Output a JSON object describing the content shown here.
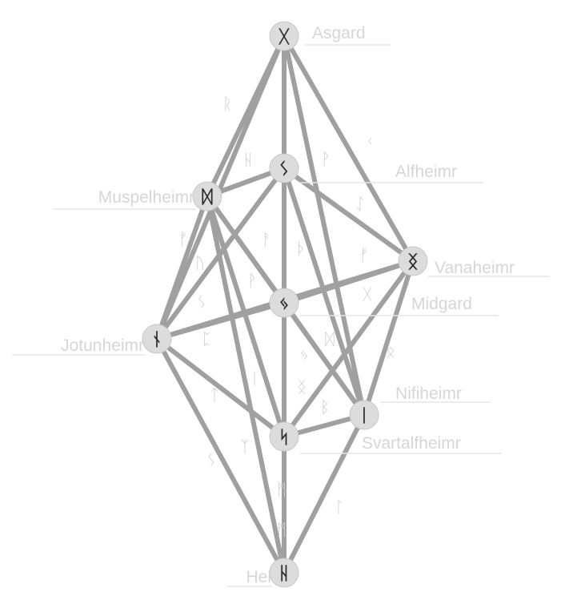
{
  "colors": {
    "edge": "#a0a0a0",
    "node_fill": "#dcdcdc",
    "rune": "#2b2b2b",
    "label": "#d6d6d6",
    "float_rune": "#cfcfcf"
  },
  "nodes": [
    {
      "id": "asgard",
      "label": "Asgard",
      "rune": "ᚷ"
    },
    {
      "id": "alfheimr",
      "label": "Alfheimr",
      "rune": "ᛊ"
    },
    {
      "id": "muspelheimr",
      "label": "Muspelheimr",
      "rune": "ᛞ"
    },
    {
      "id": "vanaheimr",
      "label": "Vanaheimr",
      "rune": "ᛝ"
    },
    {
      "id": "midgard",
      "label": "Midgard",
      "rune": "ᛃ"
    },
    {
      "id": "jotunheimr",
      "label": "Jotunheimr",
      "rune": "ᚾ"
    },
    {
      "id": "nifiheimr",
      "label": "Nifiheimr",
      "rune": "ᛁ"
    },
    {
      "id": "svartalfheimr",
      "label": "Svartalfheimr",
      "rune": "ᛋ"
    },
    {
      "id": "hel",
      "label": "Hel",
      "rune": "ᚺ"
    }
  ],
  "edges": [
    [
      "asgard",
      "muspelheimr"
    ],
    [
      "asgard",
      "alfheimr"
    ],
    [
      "asgard",
      "vanaheimr"
    ],
    [
      "asgard",
      "midgard"
    ],
    [
      "asgard",
      "jotunheimr"
    ],
    [
      "asgard",
      "svartalfheimr"
    ],
    [
      "asgard",
      "nifiheimr"
    ],
    [
      "alfheimr",
      "muspelheimr"
    ],
    [
      "alfheimr",
      "vanaheimr"
    ],
    [
      "alfheimr",
      "jotunheimr"
    ],
    [
      "alfheimr",
      "midgard"
    ],
    [
      "alfheimr",
      "svartalfheimr"
    ],
    [
      "alfheimr",
      "nifiheimr"
    ],
    [
      "muspelheimr",
      "midgard"
    ],
    [
      "muspelheimr",
      "jotunheimr"
    ],
    [
      "muspelheimr",
      "svartalfheimr"
    ],
    [
      "muspelheimr",
      "nifiheimr"
    ],
    [
      "muspelheimr",
      "hel"
    ],
    [
      "vanaheimr",
      "midgard"
    ],
    [
      "vanaheimr",
      "jotunheimr"
    ],
    [
      "vanaheimr",
      "svartalfheimr"
    ],
    [
      "vanaheimr",
      "nifiheimr"
    ],
    [
      "midgard",
      "jotunheimr"
    ],
    [
      "midgard",
      "nifiheimr"
    ],
    [
      "midgard",
      "svartalfheimr"
    ],
    [
      "midgard",
      "hel"
    ],
    [
      "jotunheimr",
      "svartalfheimr"
    ],
    [
      "jotunheimr",
      "hel"
    ],
    [
      "svartalfheimr",
      "nifiheimr"
    ],
    [
      "svartalfheimr",
      "hel"
    ],
    [
      "nifiheimr",
      "hel"
    ]
  ],
  "floating_runes": [
    "ᚱ",
    "ᚺ",
    "ᚹ",
    "ᚲ",
    "ᚠ",
    "ᚢ",
    "ᚨ",
    "ᛇ",
    "ᚦ",
    "ᚠ",
    "ᛊ",
    "ᚹ",
    "ᚷ",
    "ᛈ",
    "ᛃ",
    "ᛞ",
    "ᛟ",
    "ᛁ",
    "ᛝ",
    "ᛏ",
    "ᛒ",
    "ᛉ",
    "ᛊ",
    "ᛚ",
    "ᛗ",
    "ᛗ"
  ]
}
